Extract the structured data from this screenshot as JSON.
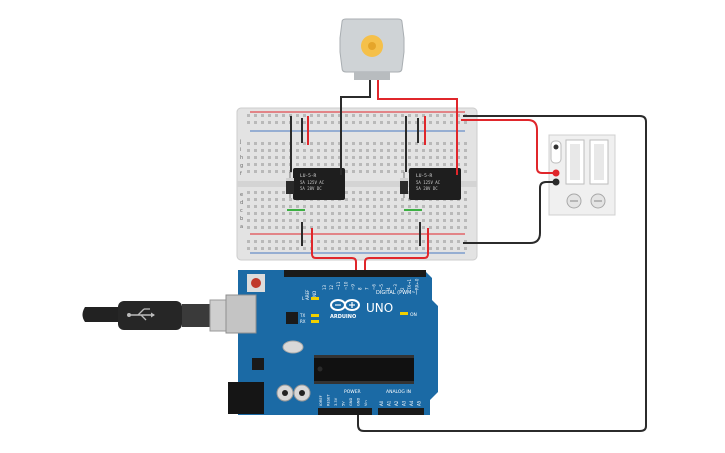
{
  "arduino": {
    "brand": "ARDUINO",
    "model": "UNO",
    "digital_label": "DIGITAL (PWM~)",
    "power_label": "POWER",
    "analog_label": "ANALOG IN",
    "on_label": "ON",
    "l_label": "L",
    "tx_label": "TX",
    "rx_label": "RX",
    "aref_label": "AREF",
    "gnd_label": "GND",
    "digital_pins": [
      "13",
      "12",
      "~11",
      "~10",
      "~9",
      "8",
      "7",
      "~6",
      "~5",
      "4",
      "~3",
      "2",
      "TX→1",
      "RX←0"
    ],
    "power_pins": [
      "IOREF",
      "RESET",
      "3.3V",
      "5V",
      "GND",
      "GND",
      "Vin"
    ],
    "analog_pins": [
      "A0",
      "A1",
      "A2",
      "A3",
      "A4",
      "A5"
    ]
  },
  "relays": [
    {
      "line1": "LU-5-R",
      "line2": "5A 125V AC",
      "line3": "5A 28V DC"
    },
    {
      "line1": "LU-5-R",
      "line2": "5A 125V AC",
      "line3": "5A 28V DC"
    }
  ],
  "breadboard": {
    "row_letters_top": [
      "j",
      "i",
      "h",
      "g",
      "f"
    ],
    "row_letters_bottom": [
      "e",
      "d",
      "c",
      "b",
      "a"
    ]
  },
  "colors": {
    "board_blue": "#1b6aa5",
    "wire_red": "#e0262b",
    "wire_black": "#2b2b2b",
    "wire_green": "#3cb043",
    "motor_gold": "#f5c04a"
  }
}
